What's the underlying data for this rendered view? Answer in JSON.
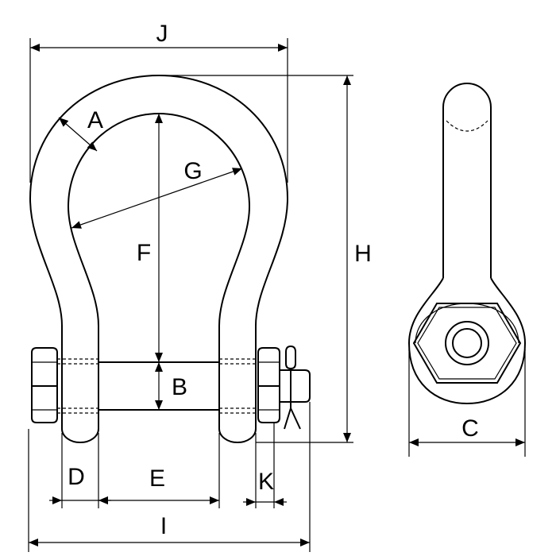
{
  "labels": {
    "A": "A",
    "B": "B",
    "C": "C",
    "D": "D",
    "E": "E",
    "F": "F",
    "G": "G",
    "H": "H",
    "I": "I",
    "J": "J",
    "K": "K"
  }
}
